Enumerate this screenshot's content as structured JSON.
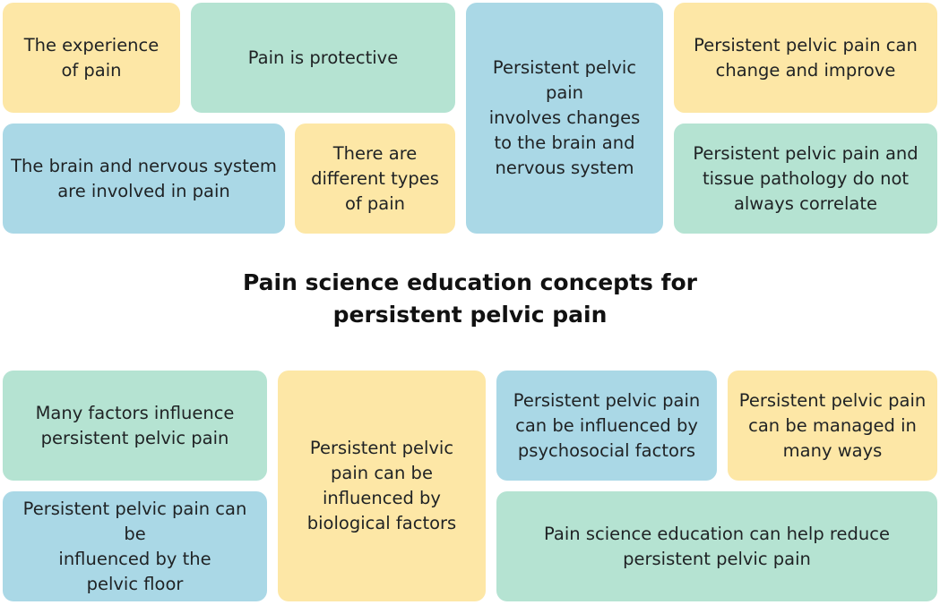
{
  "title": "Pain science education concepts for\npersistent pelvic pain",
  "colors": {
    "yellow": "#fde7a6",
    "green": "#b5e3d2",
    "blue": "#aad8e6"
  },
  "concepts_top": {
    "experience_of_pain": "The experience\nof pain",
    "pain_is_protective": "Pain is protective",
    "brain_changes": "Persistent pelvic pain\ninvolves changes\nto the brain and\nnervous system",
    "change_and_improve": "Persistent pelvic pain can\nchange and improve",
    "brain_nervous_involved": "The brain and nervous system\nare involved in pain",
    "different_types": "There are\ndifferent types\nof pain",
    "tissue_pathology": "Persistent pelvic pain and\ntissue pathology do not\nalways correlate"
  },
  "concepts_bottom": {
    "many_factors": "Many factors influence\npersistent pelvic pain",
    "biological_factors": "Persistent pelvic\npain can be\ninfluenced by\nbiological factors",
    "psychosocial_factors": "Persistent pelvic pain\ncan be influenced by\npsychosocial factors",
    "managed_many_ways": "Persistent pelvic pain\ncan be managed in\nmany ways",
    "pelvic_floor": "Persistent pelvic pain can be\ninfluenced by the\npelvic floor",
    "education_helps": "Pain science education can help reduce\npersistent pelvic pain"
  }
}
